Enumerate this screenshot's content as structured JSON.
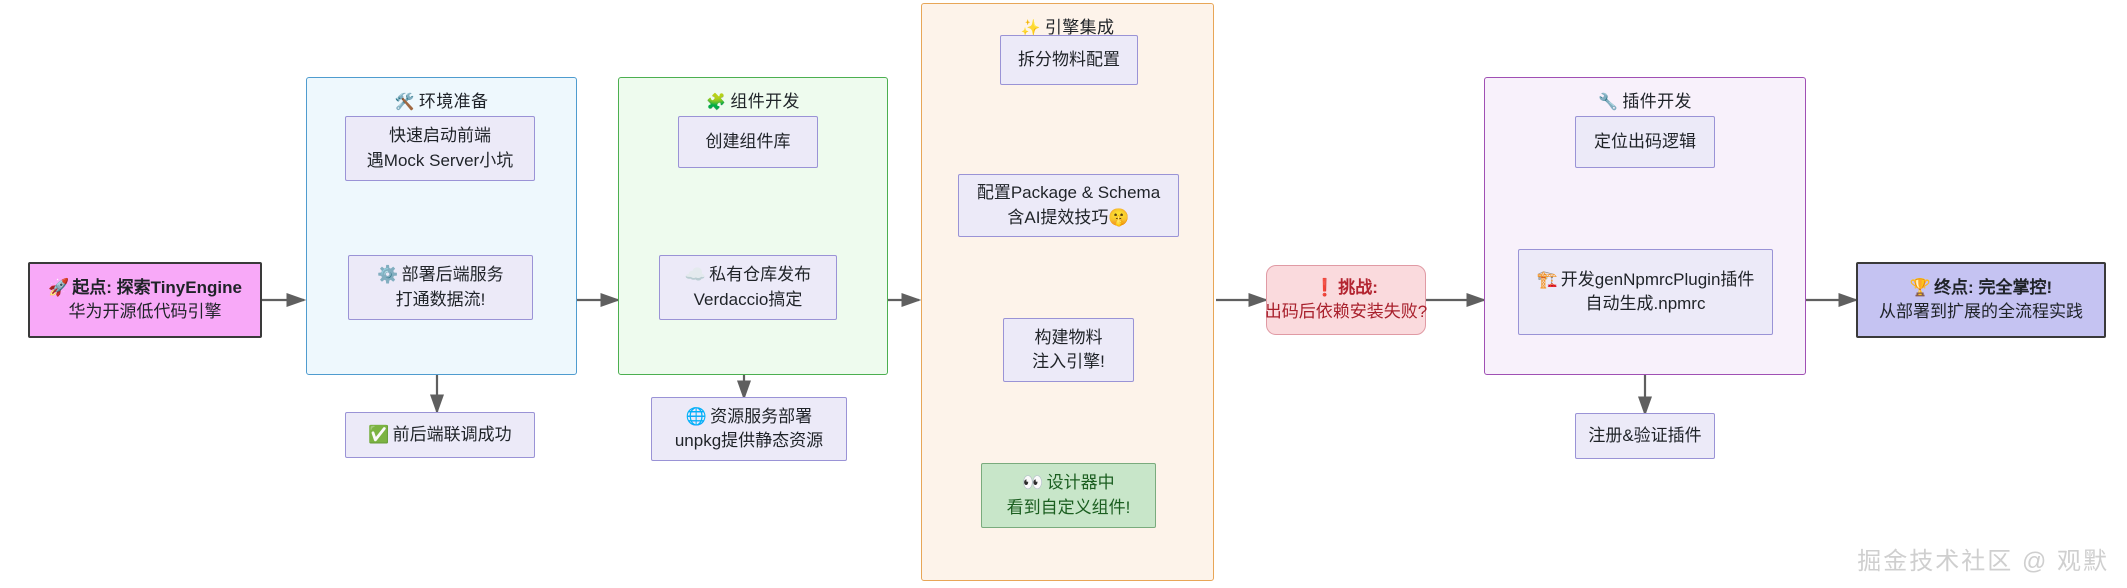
{
  "diagram": {
    "type": "flowchart",
    "direction": "left-to-right",
    "watermark": "掘金技术社区 @ 观默",
    "colors": {
      "start_fill": "#f8a9f8",
      "finish_fill": "#c5c3f2",
      "challenge_fill": "#fadadd",
      "challenge_text": "#b32430",
      "success_fill": "#c8e6c9",
      "node_fill": "#eceaf8",
      "node_border": "#9a93d6",
      "group_env_fill": "#eef8fd",
      "group_env_border": "#4f9ccf",
      "group_comp_fill": "#eefbee",
      "group_comp_border": "#4caf50",
      "group_engine_fill": "#fdf3ea",
      "group_engine_border": "#e8a657",
      "group_plugin_fill": "#f8f1fb",
      "group_plugin_border": "#a050b4",
      "edge": "#666666"
    }
  },
  "nodes": {
    "start": {
      "name": "start-node",
      "icon": "🚀",
      "title": "起点: 探索TinyEngine",
      "subtitle": "华为开源低代码引擎"
    },
    "finish": {
      "name": "finish-node",
      "icon": "🏆",
      "title": "终点: 完全掌控!",
      "subtitle": "从部署到扩展的全流程实践"
    },
    "challenge": {
      "name": "challenge-node",
      "icon": "❗",
      "title": "挑战:",
      "subtitle": "出码后依赖安装失败?"
    }
  },
  "groups": [
    {
      "id": "env",
      "icon": "🛠️",
      "title": "环境准备",
      "nodes": [
        {
          "id": "env1",
          "icon": "",
          "lines": [
            "快速启动前端",
            "遇Mock Server小坑"
          ]
        },
        {
          "id": "env2",
          "icon": "⚙️",
          "lines": [
            "部署后端服务",
            "打通数据流!"
          ]
        },
        {
          "id": "env3",
          "icon": "✅",
          "lines": [
            "前后端联调成功"
          ],
          "style": "node"
        }
      ]
    },
    {
      "id": "component",
      "icon": "🧩",
      "title": "组件开发",
      "nodes": [
        {
          "id": "comp1",
          "icon": "",
          "lines": [
            "创建组件库"
          ]
        },
        {
          "id": "comp2",
          "icon": "☁️",
          "lines": [
            "私有仓库发布",
            "Verdaccio搞定"
          ]
        },
        {
          "id": "comp3",
          "icon": "🌐",
          "lines": [
            "资源服务部署",
            "unpkg提供静态资源"
          ]
        }
      ]
    },
    {
      "id": "engine",
      "icon": "✨",
      "title": "引擎集成",
      "nodes": [
        {
          "id": "eng1",
          "icon": "",
          "lines": [
            "拆分物料配置"
          ]
        },
        {
          "id": "eng2",
          "icon": "",
          "lines": [
            "配置Package & Schema",
            "含AI提效技巧🤫"
          ]
        },
        {
          "id": "eng3",
          "icon": "",
          "lines": [
            "构建物料",
            "注入引擎!"
          ]
        },
        {
          "id": "eng4",
          "icon": "👀",
          "lines": [
            "设计器中",
            "看到自定义组件!"
          ],
          "style": "success"
        }
      ]
    },
    {
      "id": "plugin",
      "icon": "🔧",
      "title": "插件开发",
      "nodes": [
        {
          "id": "plg1",
          "icon": "",
          "lines": [
            "定位出码逻辑"
          ]
        },
        {
          "id": "plg2",
          "icon": "🏗️",
          "lines": [
            "开发genNpmrcPlugin插件",
            "自动生成.npmrc"
          ]
        },
        {
          "id": "plg3",
          "icon": "",
          "lines": [
            "注册&验证插件"
          ]
        }
      ]
    }
  ]
}
